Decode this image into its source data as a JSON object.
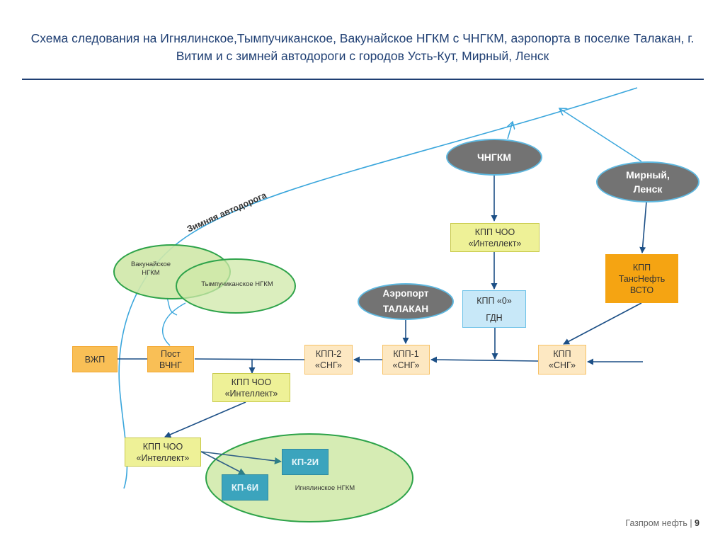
{
  "slide": {
    "title": "Схема следования на Игнялинское,Тымпучиканское, Вакунайское НГКМ с ЧНГКМ, аэропорта в поселке Талакан, г. Витим и с зимней автодороги с городов Усть-Кут, Мирный, Ленск",
    "footer": {
      "company": "Газпром нефть |",
      "page_number": "9"
    }
  },
  "diagram": {
    "road_label": "Зимняя автодорога",
    "origins": {
      "chngkm": "ЧНГКМ",
      "mirny_lensk": "Мирный, Ленск",
      "airport_line1": "Аэропорт",
      "airport_line2": "ТАЛАКАН"
    },
    "fields": {
      "vakunaiskoe": "Вакунайское НГКМ",
      "tympuchikanskoe": "Тымпучиканское НГКМ",
      "ignyalinskoe": "Игнялинское НГКМ"
    },
    "checkpoints": {
      "kpp_choo_top": "КПП ЧОО «Интеллект»",
      "kpp_0_line1": "КПП «0»",
      "kpp_0_line2": "ГДН",
      "kpp_transneft": "КПП ТансНефть ВСТО",
      "kpp_sng": "КПП «СНГ»",
      "kpp1_sng": "КПП-1 «СНГ»",
      "kpp2_sng": "КПП-2 «СНГ»",
      "post_vchng": "Пост ВЧНГ",
      "vzhp": "ВЖП",
      "kpp_choo_mid": "КПП ЧОО «Интеллект»",
      "kpp_choo_low": "КПП ЧОО «Интеллект»",
      "kp_2i": "КП-2И",
      "kp_6i": "КП-6И"
    },
    "colors": {
      "title": "#1f3f73",
      "road": "#3aa6dc",
      "arrow": "#1c4f86",
      "field_fill": "#cfe8a8",
      "field_stroke": "#2ea34a",
      "origin_fill": "#737373"
    }
  }
}
